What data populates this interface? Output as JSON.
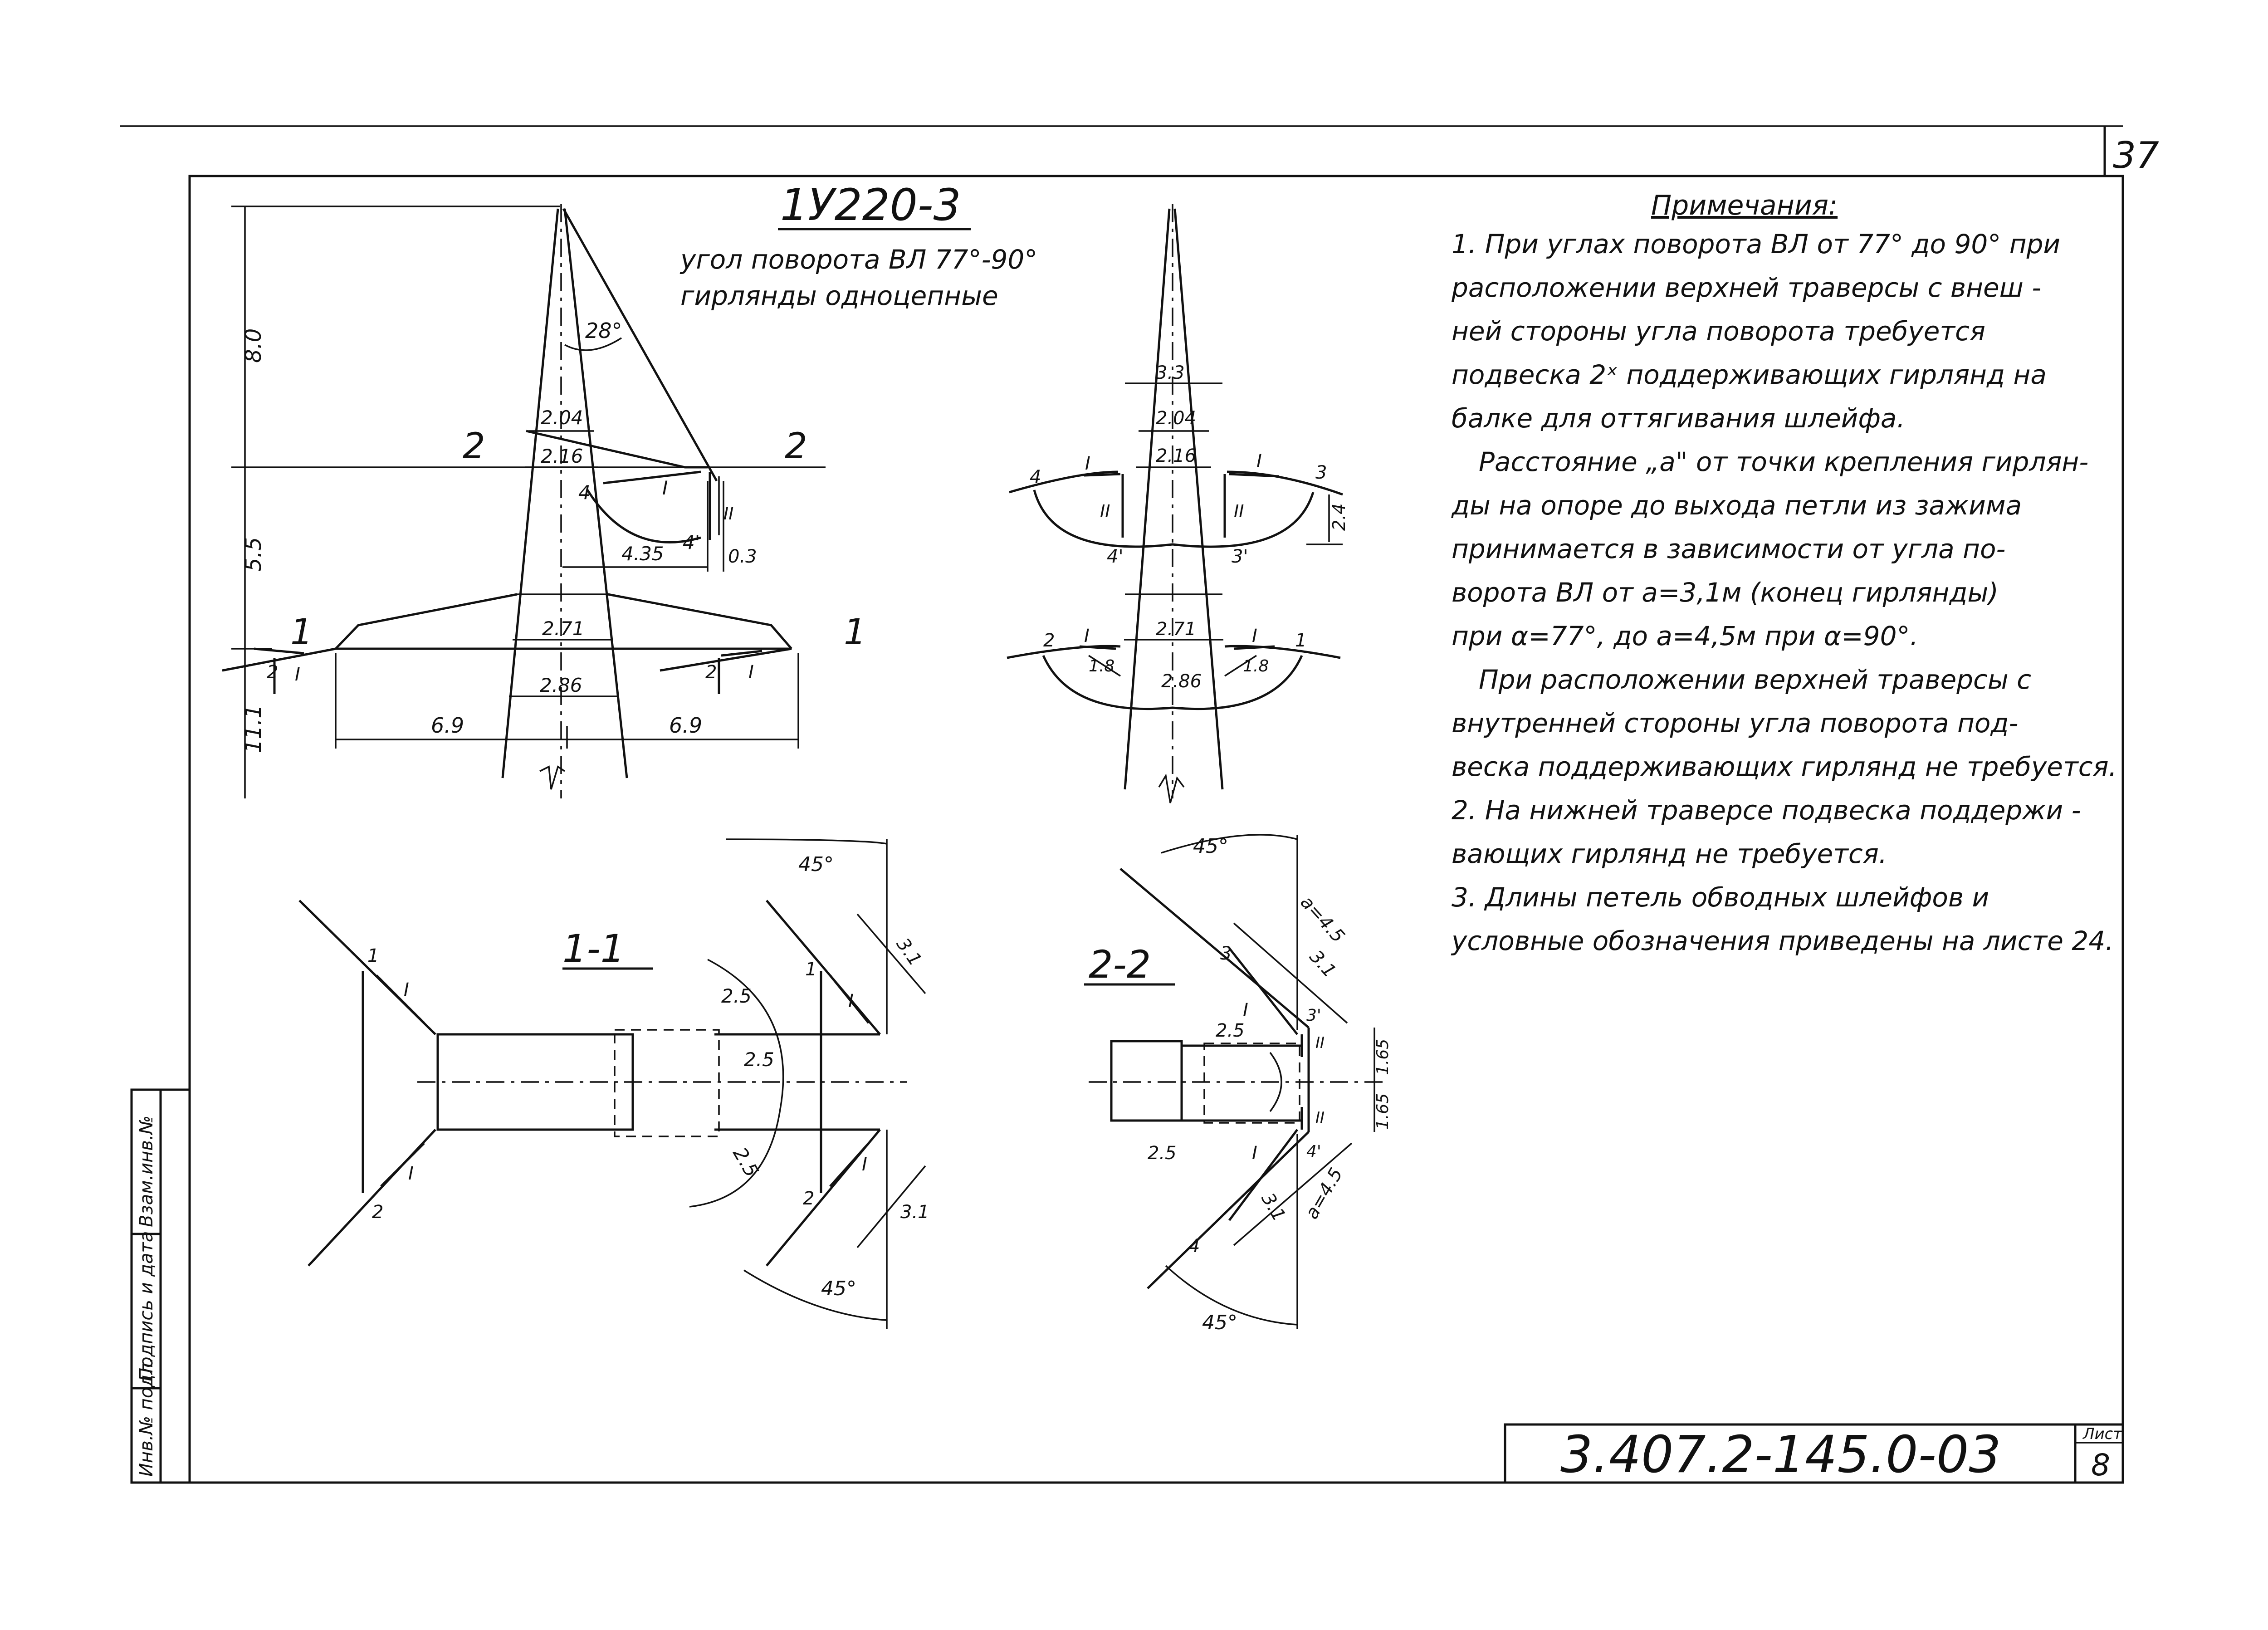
{
  "sheet": {
    "corner_number": "37",
    "code": "3.407.2-145.0-03",
    "sheet_label": "Лист",
    "sheet_number": "8",
    "side_stamp": [
      "Инв.№ подл.",
      "Подпись и дата",
      "Взам.инв.№"
    ]
  },
  "header": {
    "title": "1У220-3",
    "subtitle_1": "угол поворота ВЛ 77°-90°",
    "subtitle_2": "гирлянды одноцепные"
  },
  "elevation_left": {
    "dims": [
      "8.0",
      "5.5",
      "11.1",
      "2.04",
      "2.16",
      "2.71",
      "2.86",
      "6.9",
      "6.9",
      "4.35",
      "0.3",
      "28°"
    ],
    "section_marks": [
      "2",
      "2",
      "1",
      "1"
    ],
    "labels": [
      "4",
      "4'",
      "I",
      "II",
      "I",
      "2",
      "I",
      "2"
    ]
  },
  "elevation_right": {
    "dims": [
      "3.3",
      "2.04",
      "2.16",
      "2.4",
      "2.71",
      "2.86",
      "1.8",
      "1.8"
    ],
    "labels": [
      "4",
      "I",
      "3",
      "I",
      "II",
      "II",
      "4'",
      "3'",
      "2",
      "I",
      "1",
      "I"
    ]
  },
  "section_1": {
    "title": "1-1",
    "dims": [
      "45°",
      "3.1",
      "2.5",
      "2.5",
      "2.5",
      "3.1",
      "45°"
    ],
    "labels": [
      "1",
      "I",
      "2",
      "I",
      "1",
      "I",
      "2",
      "I"
    ]
  },
  "section_2": {
    "title": "2-2",
    "dims": [
      "45°",
      "a=4.5",
      "3.1",
      "2.5",
      "1.65",
      "1.65",
      "2.5",
      "3.1",
      "a=4.5",
      "45°"
    ],
    "labels": [
      "3",
      "I",
      "3'",
      "II",
      "II",
      "4'",
      "I",
      "4"
    ]
  },
  "notes": {
    "heading": "Примечания:",
    "lines": [
      "1. При углах поворота ВЛ от 77° до 90° при",
      "расположении верхней траверсы с внеш -",
      "ней стороны угла поворота требуется",
      "подвеска 2ˣ поддерживающих гирлянд на",
      "балке для оттягивания шлейфа.",
      "Расстояние „a\" от точки крепления гирлян-",
      "ды на опоре до выхода петли из зажима",
      "принимается в зависимости от угла по-",
      "ворота ВЛ от a=3,1м (конец гирлянды)",
      "при α=77°, до a=4,5м при α=90°.",
      "При расположении верхней траверсы с",
      "внутренней стороны угла поворота под-",
      "веска поддерживающих гирлянд не требуется.",
      "2. На нижней траверсе подвеска поддержи -",
      "вающих гирлянд не требуется.",
      "3. Длины петель обводных шлейфов и",
      "условные обозначения приведены на листе 24."
    ]
  }
}
